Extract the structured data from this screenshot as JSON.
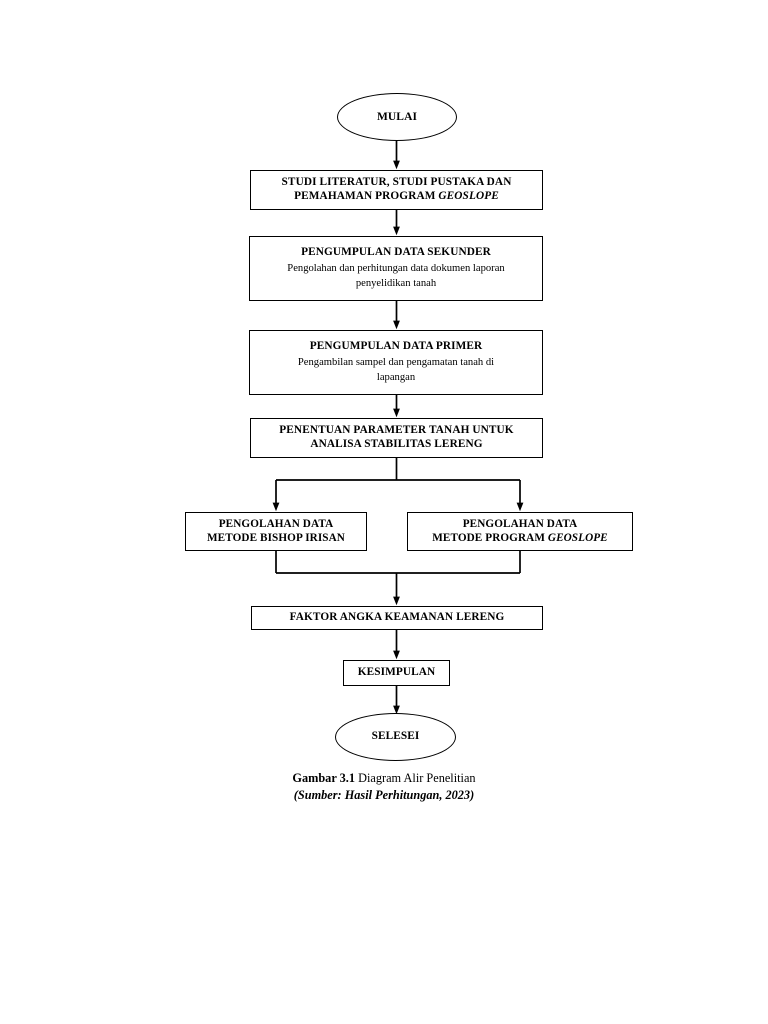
{
  "document": {
    "type": "flowchart",
    "language": "id",
    "page_background": "#ffffff",
    "line_color": "#000000"
  },
  "nodes": {
    "start": {
      "shape": "ellipse",
      "label": "MULAI"
    },
    "literature": {
      "shape": "process",
      "line1": "STUDI LITERATUR, STUDI PUSTAKA DAN",
      "line2_prefix": "PEMAHAMAN PROGRAM ",
      "line2_italic": "GEOSLOPE"
    },
    "secondary_data": {
      "shape": "process",
      "title": "PENGUMPULAN DATA SEKUNDER",
      "sub_line1": "Pengolahan dan perhitungan data dokumen laporan",
      "sub_line2": "penyelidikan tanah"
    },
    "primary_data": {
      "shape": "process",
      "title": "PENGUMPULAN DATA PRIMER",
      "sub_line1": "Pengambilan sampel dan pengamatan tanah di",
      "sub_line2": "lapangan"
    },
    "parameter": {
      "shape": "process",
      "line1": "PENENTUAN PARAMETER TANAH UNTUK",
      "line2": "ANALISA STABILITAS LERENG"
    },
    "bishop": {
      "shape": "process",
      "line1": "PENGOLAHAN DATA",
      "line2": "METODE BISHOP IRISAN"
    },
    "geoslope": {
      "shape": "process",
      "line1": "PENGOLAHAN DATA",
      "line2_prefix": "METODE PROGRAM ",
      "line2_italic": "GEOSLOPE"
    },
    "safety_factor": {
      "shape": "process",
      "label": "FAKTOR ANGKA KEAMANAN LERENG"
    },
    "conclusion": {
      "shape": "process",
      "label": "KESIMPULAN"
    },
    "end": {
      "shape": "ellipse",
      "label": "SELESEI"
    }
  },
  "caption": {
    "figure_number": "Gambar 3.1",
    "figure_title": " Diagram Alir Penelitian",
    "source": "(Sumber: Hasil Perhitungan, 2023)"
  }
}
